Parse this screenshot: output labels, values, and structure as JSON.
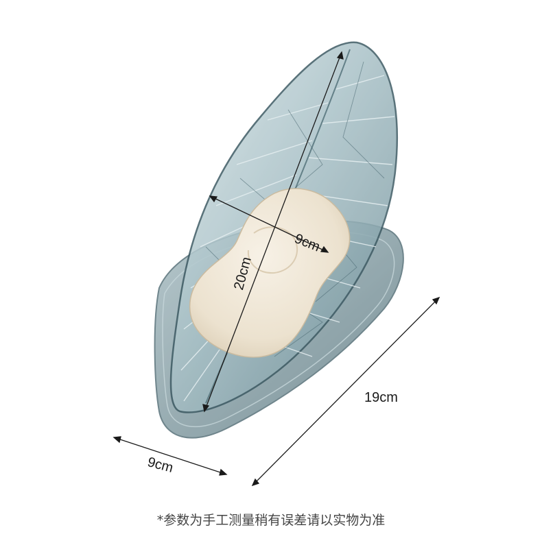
{
  "product": {
    "name": "leaf-shaped soap dish",
    "colors": {
      "tray": "#5f7f88",
      "tray_dark": "#3d5a63",
      "tray_light": "#b9cdd2",
      "soap": "#efe6d6"
    }
  },
  "dimensions": {
    "inner_width": "9cm",
    "length": "20cm",
    "base_length": "19cm",
    "base_width": "9cm"
  },
  "footnote": "*参数为手工测量稍有误差请以实物为准"
}
